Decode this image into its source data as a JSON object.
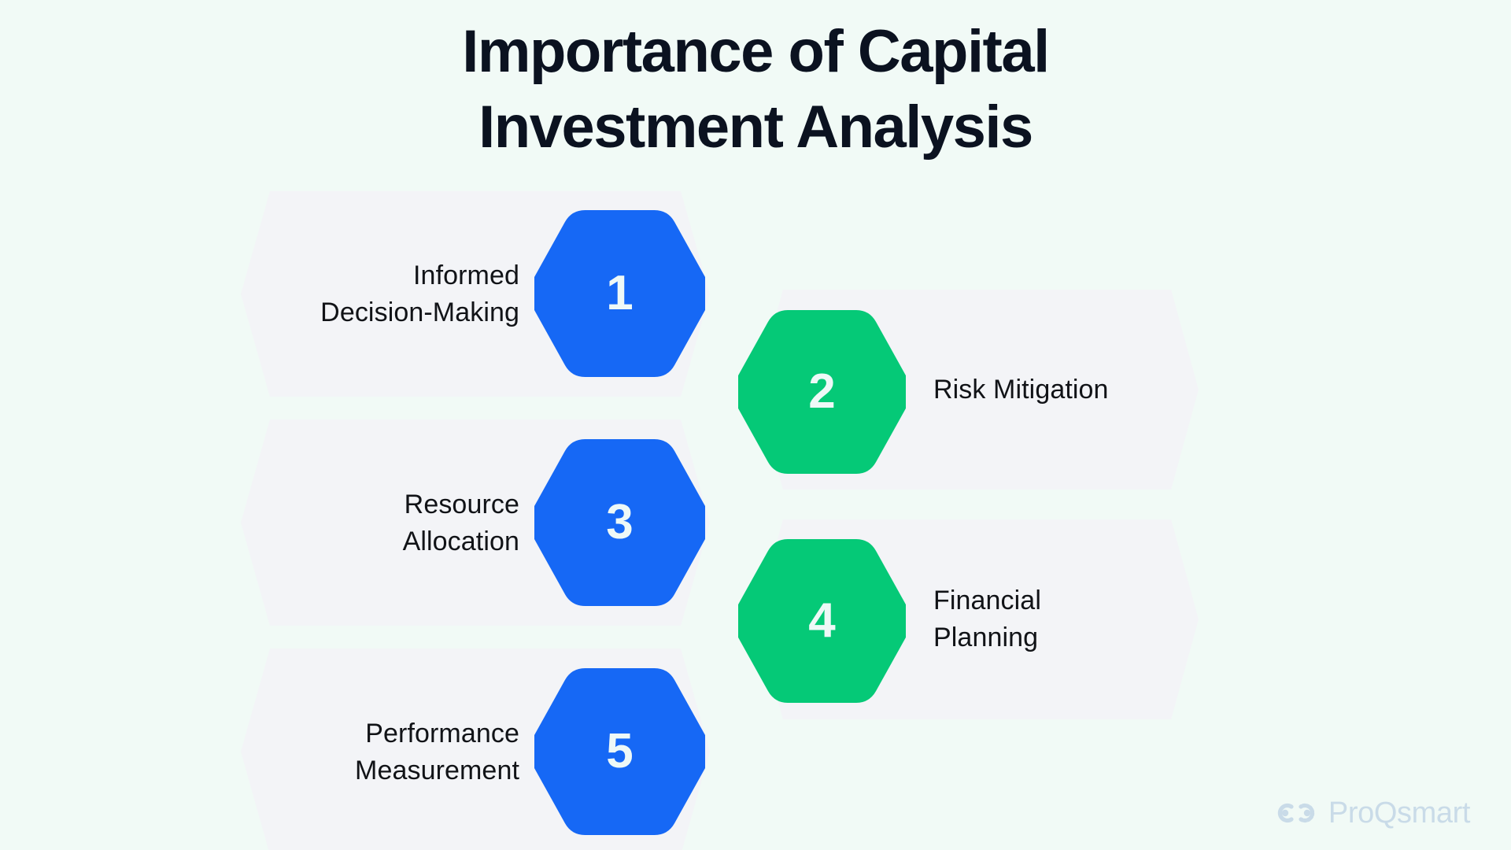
{
  "title": {
    "line1": "Importance of Capital",
    "line2": "Investment Analysis"
  },
  "colors": {
    "background": "#f1faf6",
    "panel": "#f3f4f7",
    "blue": "#1668f5",
    "green": "#05c977",
    "title_text": "#0b1220",
    "label_text": "#111317",
    "number_text": "#eef9f7",
    "brand_text": "#c9dbe8"
  },
  "items": [
    {
      "number": "1",
      "label": "Informed\nDecision-Making",
      "color_name": "blue",
      "side": "left",
      "text_align": "right"
    },
    {
      "number": "2",
      "label": "Risk Mitigation",
      "color_name": "green",
      "side": "right",
      "text_align": "left"
    },
    {
      "number": "3",
      "label": "Resource\nAllocation",
      "color_name": "blue",
      "side": "left",
      "text_align": "right"
    },
    {
      "number": "4",
      "label": "Financial\nPlanning",
      "color_name": "green",
      "side": "right",
      "text_align": "left"
    },
    {
      "number": "5",
      "label": "Performance\nMeasurement",
      "color_name": "blue",
      "side": "left",
      "text_align": "right"
    }
  ],
  "brand": {
    "name": "ProQsmart",
    "mark": "proqsmart-logo-icon"
  }
}
